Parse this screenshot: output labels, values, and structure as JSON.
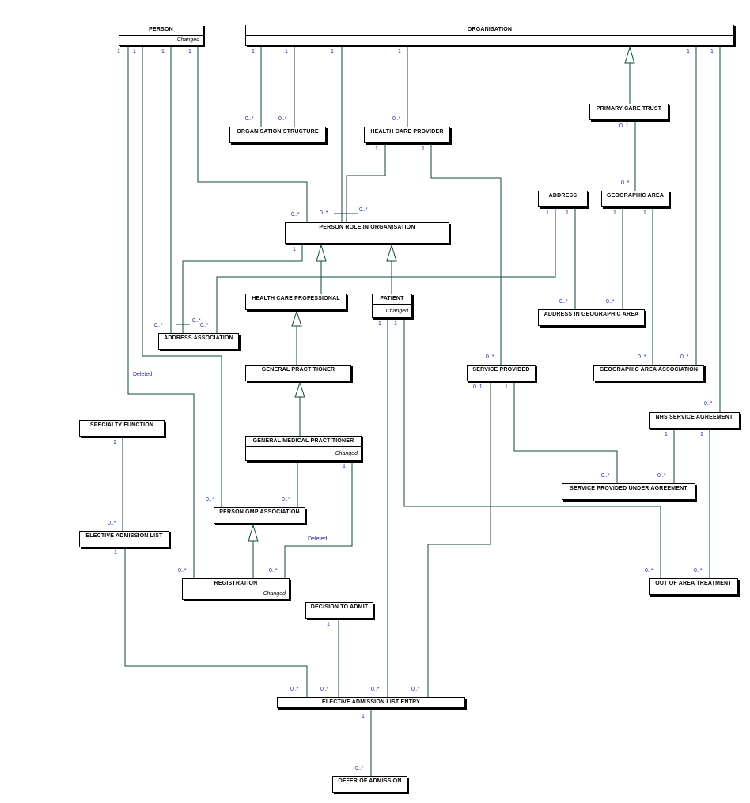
{
  "colors": {
    "line": "#0d4a3f",
    "label": "#1a1aa8",
    "box": "#000000"
  },
  "entities": {
    "person": {
      "name": "PERSON",
      "status": "Changed"
    },
    "organisation": {
      "name": "ORGANISATION"
    },
    "organisation_structure": {
      "name": "ORGANISATION STRUCTURE"
    },
    "health_care_provider": {
      "name": "HEALTH CARE PROVIDER"
    },
    "primary_care_trust": {
      "name": "PRIMARY CARE TRUST"
    },
    "address": {
      "name": "ADDRESS"
    },
    "geographic_area": {
      "name": "GEOGRAPHIC AREA"
    },
    "person_role_in_organisation": {
      "name": "PERSON ROLE IN ORGANISATION"
    },
    "health_care_professional": {
      "name": "HEALTH CARE PROFESSIONAL"
    },
    "patient": {
      "name": "PATIENT",
      "status": "Changed"
    },
    "address_in_geographic_area": {
      "name": "ADDRESS IN GEOGRAPHIC AREA"
    },
    "address_association": {
      "name": "ADDRESS ASSOCIATION"
    },
    "general_practitioner": {
      "name": "GENERAL PRACTITIONER"
    },
    "service_provided": {
      "name": "SERVICE PROVIDED"
    },
    "geographic_area_association": {
      "name": "GEOGRAPHIC AREA ASSOCIATION"
    },
    "nhs_service_agreement": {
      "name": "NHS SERVICE AGREEMENT"
    },
    "specialty_function": {
      "name": "SPECIALTY FUNCTION"
    },
    "general_medical_practitioner": {
      "name": "GENERAL MEDICAL PRACTITIONER",
      "status": "Changed"
    },
    "service_provided_under_agreement": {
      "name": "SERVICE PROVIDED UNDER AGREEMENT"
    },
    "person_gmp_association": {
      "name": "PERSON GMP ASSOCIATION"
    },
    "elective_admission_list": {
      "name": "ELECTIVE ADMISSION LIST"
    },
    "registration": {
      "name": "REGISTRATION",
      "status": "Changed"
    },
    "out_of_area_treatment": {
      "name": "OUT OF AREA TREATMENT"
    },
    "decision_to_admit": {
      "name": "DECISION TO ADMIT"
    },
    "elective_admission_list_entry": {
      "name": "ELECTIVE ADMISSION LIST ENTRY"
    },
    "offer_of_admission": {
      "name": "OFFER OF ADMISSION"
    }
  },
  "multiplicity": {
    "one": "1",
    "many": "0..*",
    "zero_one": "0..1"
  },
  "notes": {
    "deleted": "Deleted"
  }
}
